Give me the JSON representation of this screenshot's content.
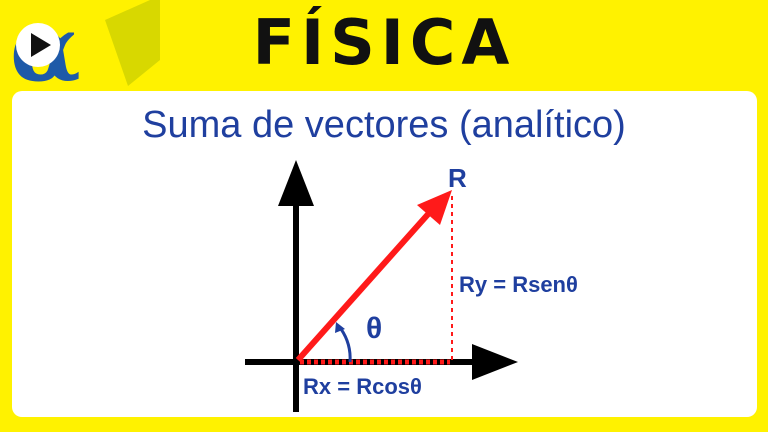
{
  "header": {
    "title": "FÍSICA"
  },
  "subtitle": "Suma de vectores (analítico)",
  "diagram": {
    "resultant_label": "R",
    "angle_label": "θ",
    "component_y_label": "Ry = Rsenθ",
    "component_x_label": "Rx = Rcosθ"
  },
  "colors": {
    "background": "#fff200",
    "text_blue": "#1f3f9f",
    "vector_red": "#ff1a1a",
    "logo_blue": "#1e5aa8"
  },
  "icons": [
    "play-icon",
    "alpha-logo-icon"
  ]
}
